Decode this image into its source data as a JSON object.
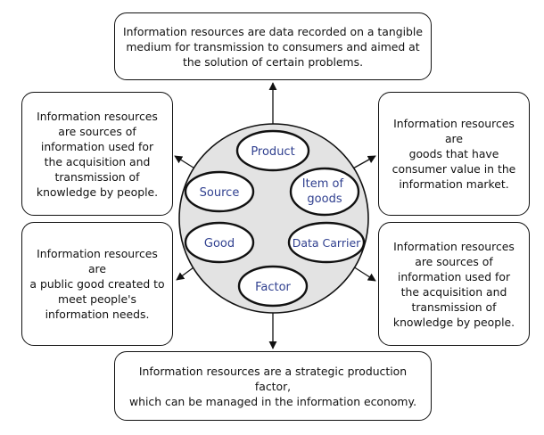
{
  "center": {
    "nodes": {
      "product": "Product",
      "source": "Source",
      "item_of_goods": "Item of\ngoods",
      "good": "Good",
      "data_carrier": "Data Carrier",
      "factor": "Factor"
    }
  },
  "boxes": {
    "top": "Information resources are data recorded on a tangible\nmedium for transmission to consumers and aimed at\nthe solution of certain problems.",
    "left_upper": "Information resources\nare sources of\ninformation used for\nthe acquisition and\ntransmission of\nknowledge by people.",
    "left_lower": "Information resources are\na public good created to\nmeet people's\ninformation needs.",
    "right_upper": "Information resources are\ngoods that have\nconsumer value in the\ninformation market.",
    "right_lower": "Information resources\nare sources of\ninformation used for\nthe acquisition and\ntransmission of\nknowledge by people.",
    "bottom": "Information resources are a strategic production factor,\nwhich can be managed in the information economy."
  },
  "colors": {
    "node_text": "#2f3f8f",
    "circle_fill": "#e3e3e3",
    "stroke": "#111111"
  }
}
